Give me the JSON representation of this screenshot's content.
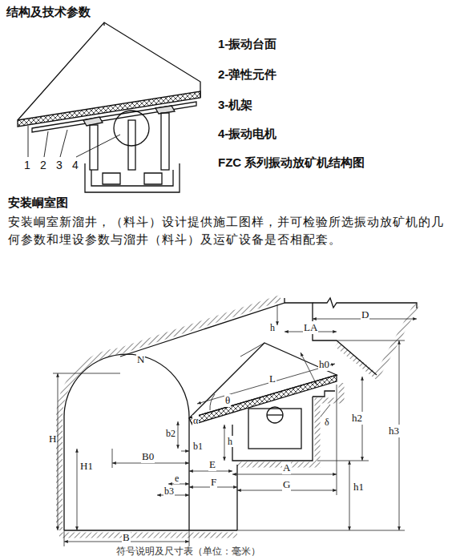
{
  "diagram": {
    "title": "结构及技术参数",
    "caption": "符号说明及尺寸表（单位：毫米）",
    "labels": [
      "1-振动台面",
      "2-弹性元件",
      "3-机架",
      "4-振动电机",
      "FZC 系列振动放矿机结构图",
      "安装峒室图",
      "安装峒室新溜井，（料斗）设计提供施工图样，并可检验所选振动放矿机的几何参数和埋设参数与溜井（料斗）及运矿设备是否相配套。",
      "1",
      "2",
      "3",
      "4",
      "D",
      "LA",
      "h",
      "h0",
      "L",
      "N",
      "θ",
      "H",
      "b2",
      "b1",
      "α",
      "h",
      "h2",
      "h3",
      "δ",
      "B0",
      "E",
      "A",
      "H1",
      "e",
      "F",
      "G",
      "h1",
      "b3",
      "B"
    ]
  }
}
